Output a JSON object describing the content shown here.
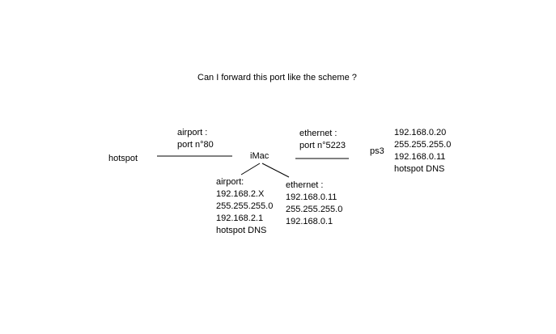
{
  "title": "Can I forward this port like the scheme ?",
  "nodes": {
    "hotspot": "hotspot",
    "imac": "iMac",
    "ps3": "ps3"
  },
  "links": {
    "airport": {
      "line1": "airport :",
      "line2": "port n°80"
    },
    "ethernet": {
      "line1": "ethernet :",
      "line2": "port n°5223"
    }
  },
  "imac_airport": {
    "lines": [
      "airport:",
      "192.168.2.X",
      "255.255.255.0",
      "192.168.2.1",
      "hotspot DNS"
    ]
  },
  "imac_ethernet": {
    "lines": [
      "ethernet :",
      "192.168.0.11",
      "255.255.255.0",
      "192.168.0.1"
    ]
  },
  "ps3_config": {
    "lines": [
      "192.168.0.20",
      "255.255.255.0",
      "192.168.0.11",
      "hotspot DNS"
    ]
  }
}
